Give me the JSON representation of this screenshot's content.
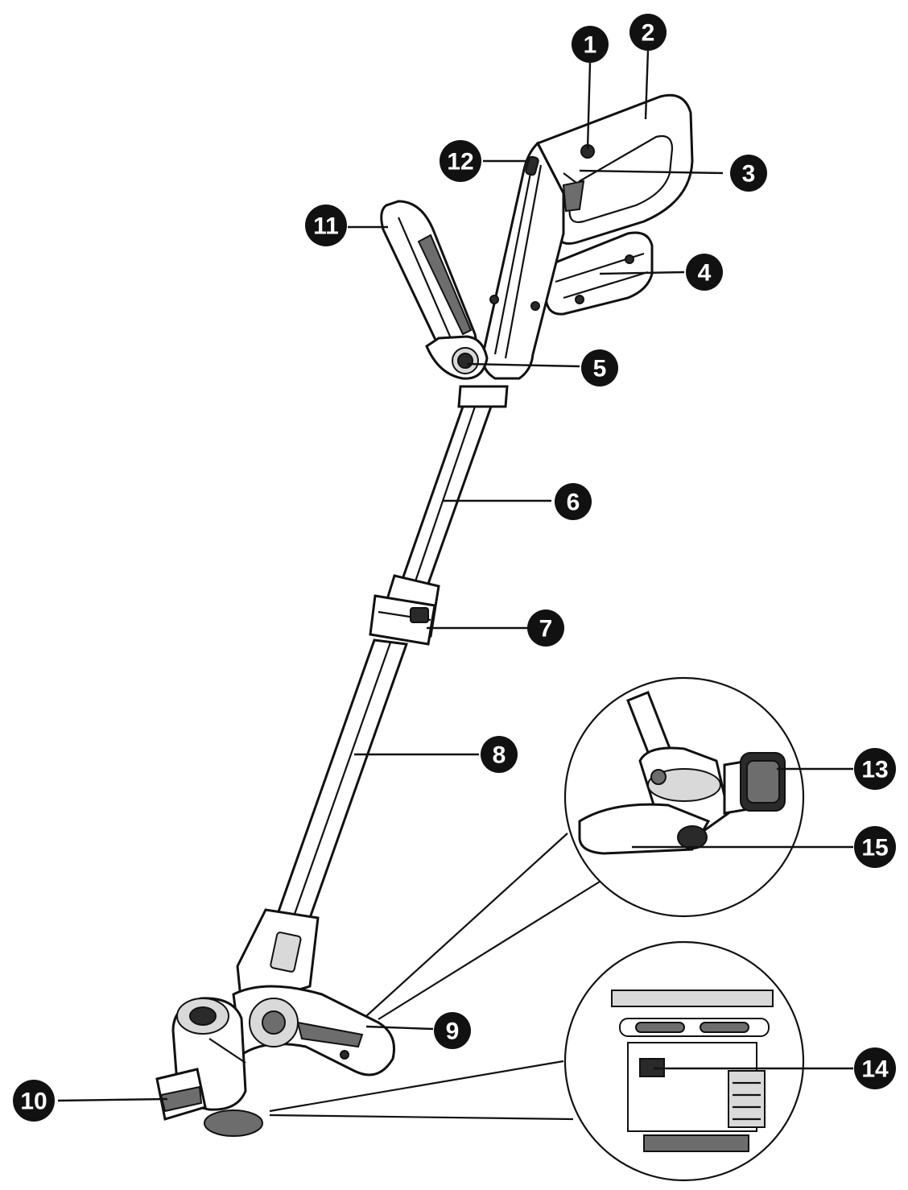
{
  "callouts": [
    {
      "id": "1",
      "label": "1"
    },
    {
      "id": "2",
      "label": "2"
    },
    {
      "id": "3",
      "label": "3"
    },
    {
      "id": "4",
      "label": "4"
    },
    {
      "id": "5",
      "label": "5"
    },
    {
      "id": "6",
      "label": "6"
    },
    {
      "id": "7",
      "label": "7"
    },
    {
      "id": "8",
      "label": "8"
    },
    {
      "id": "9",
      "label": "9"
    },
    {
      "id": "10",
      "label": "10"
    },
    {
      "id": "11",
      "label": "11"
    },
    {
      "id": "12",
      "label": "12"
    },
    {
      "id": "13",
      "label": "13"
    },
    {
      "id": "14",
      "label": "14"
    },
    {
      "id": "15",
      "label": "15"
    }
  ],
  "colors": {
    "ink": "#111111",
    "shading_dark": "#2a2a2a",
    "shading_mid": "#6d6d6d",
    "shading_light": "#d9d9d9",
    "background": "#ffffff"
  }
}
